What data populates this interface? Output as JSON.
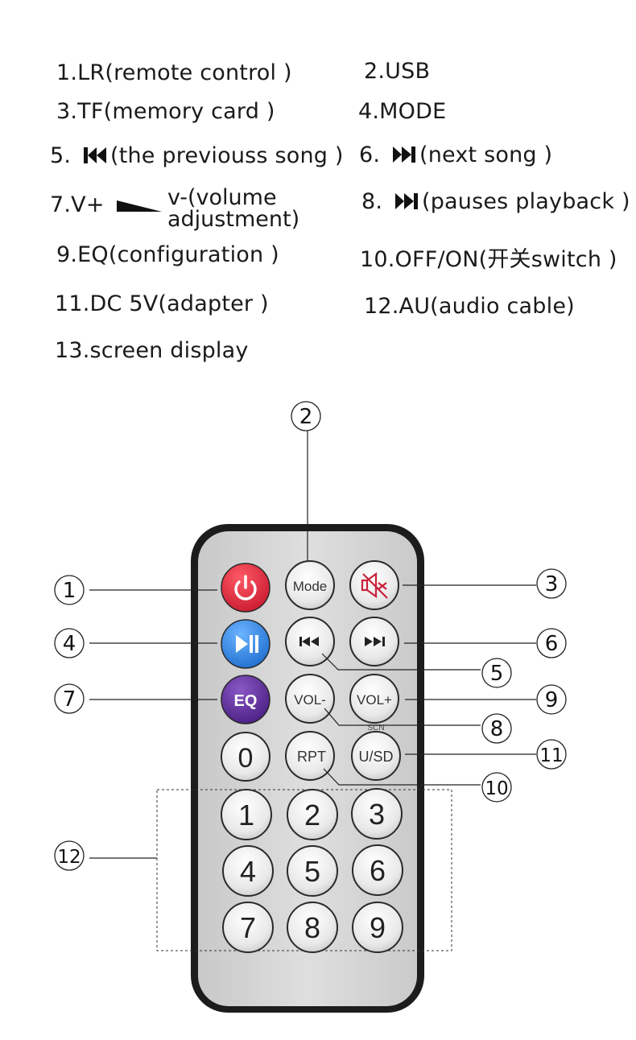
{
  "legend": {
    "i1": "1.LR(remote control )",
    "i2": "2.USB",
    "i3": "3.TF(memory card )",
    "i4": "4.MODE",
    "i5_num": "5.",
    "i5_text": "(the previouss song )",
    "i6_num": "6.",
    "i6_text": "(next song )",
    "i7_num": "7.V+",
    "i7_text_a": "v-(volume",
    "i7_text_b": "adjustment)",
    "i8_num": "8.",
    "i8_text": "(pauses playback )",
    "i9": "9.EQ(configuration )",
    "i10": "10.OFF/ON(开关switch )",
    "i11": "11.DC 5V(adapter )",
    "i12": "12.AU(audio cable)",
    "i13": "13.screen display"
  },
  "callouts": [
    "1",
    "2",
    "3",
    "4",
    "5",
    "6",
    "7",
    "8",
    "9",
    "10",
    "11",
    "12"
  ],
  "remote": {
    "mode": "Mode",
    "eq": "EQ",
    "vol_minus": "VOL-",
    "vol_plus": "VOL+",
    "scn": "SCN",
    "zero": "0",
    "rpt": "RPT",
    "usd": "U/SD",
    "digits": [
      "1",
      "2",
      "3",
      "4",
      "5",
      "6",
      "7",
      "8",
      "9"
    ]
  },
  "colors": {
    "power": "#d8253a",
    "play": "#2b7fd6",
    "eq": "#5a2a8f",
    "mute_icon": "#c8203a",
    "body": "#d6d6d6",
    "frame": "#1c1c1c"
  },
  "icons": [
    "power-icon",
    "mute-icon",
    "play-pause-icon",
    "previous-icon",
    "next-icon"
  ]
}
